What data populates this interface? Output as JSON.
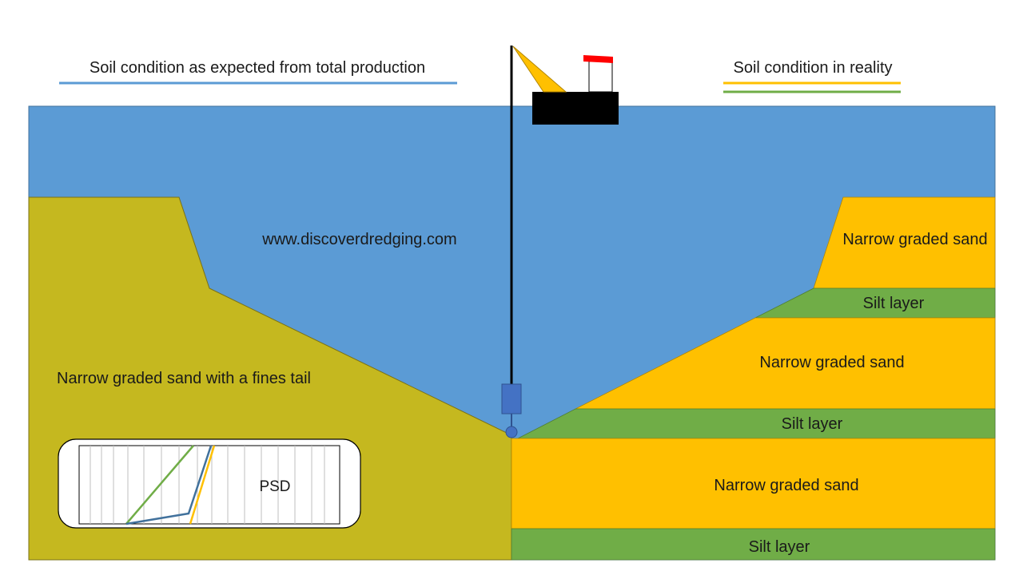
{
  "headings": {
    "left": "Soil condition as expected from total production",
    "right": "Soil condition in reality"
  },
  "watermark": "www.discoverdredging.com",
  "left_soil": {
    "label": "Narrow graded sand with a fines tail"
  },
  "right_layers": [
    {
      "label": "Narrow graded sand",
      "kind": "sand"
    },
    {
      "label": "Silt layer",
      "kind": "silt"
    },
    {
      "label": "Narrow graded sand",
      "kind": "sand"
    },
    {
      "label": "Silt layer",
      "kind": "silt"
    },
    {
      "label": "Narrow graded sand",
      "kind": "sand"
    },
    {
      "label": "Silt layer",
      "kind": "silt"
    }
  ],
  "psd_inset": {
    "label": "PSD"
  },
  "colors": {
    "water": "#5b9bd5",
    "left_soil": "#c5b81f",
    "sand": "#ffc000",
    "silt": "#70ad47",
    "heading_left_line": "#5b9bd5",
    "heading_right_line_1": "#ffc000",
    "heading_right_line_2": "#70ad47",
    "vessel": "#000000",
    "flag": "#ff0000",
    "crane": "#ffc000",
    "dredge_head": "#4472c4"
  }
}
